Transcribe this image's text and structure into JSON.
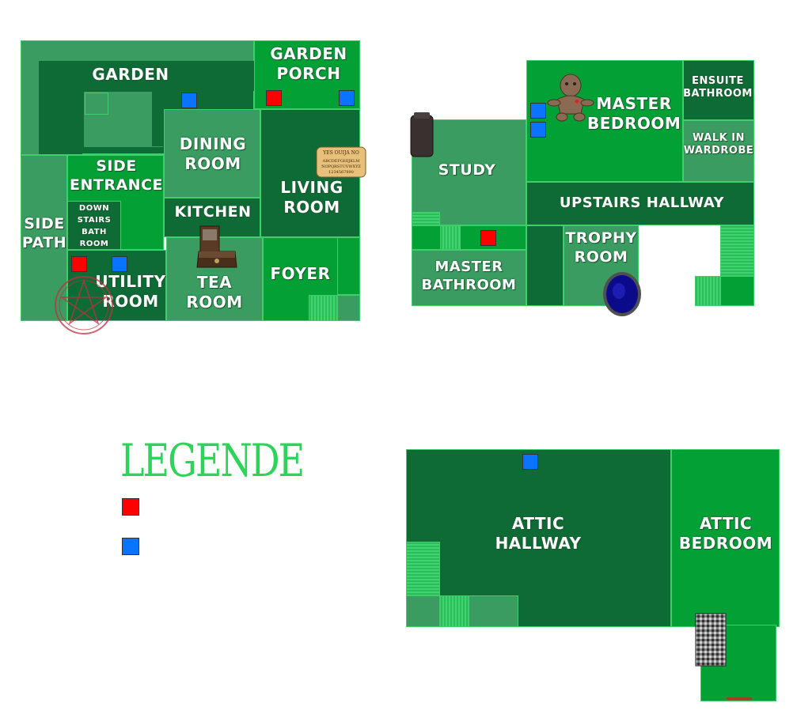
{
  "colors": {
    "wall": "#3fce6b",
    "dark_room": "#0e6b36",
    "mid_room": "#02a035",
    "pale_room": "#3a9c60",
    "red_marker": "#ff0000",
    "blue_marker": "#0a73ff",
    "legend_title": "#2ed35a"
  },
  "ground_floor": {
    "garden": "GARDEN",
    "garden_porch": "GARDEN\nPORCH",
    "dining_room": "DINING\nROOM",
    "side_entrance": "SIDE\nENTRANCE",
    "living_room": "LIVING\nROOM",
    "side_path": "SIDE\nPATH",
    "downstairs_bathroom": "DOWN\nSTAIRS\nBATH\nROOM",
    "kitchen": "KITCHEN",
    "utility_room": "UTILITY\nROOM",
    "tea_room": "TEA\nROOM",
    "foyer": "FOYER"
  },
  "first_floor": {
    "master_bedroom": "MASTER\nBEDROOM",
    "ensuite_bathroom": "ENSUITE\nBATHROOM",
    "walk_in_wardrobe": "WALK IN\nWARDROBE",
    "study": "STUDY",
    "upstairs_hallway": "UPSTAIRS HALLWAY",
    "trophy_room": "TROPHY\nROOM",
    "master_bathroom": "MASTER\nBATHROOM"
  },
  "attic": {
    "attic_hallway": "ATTIC\nHALLWAY",
    "attic_bedroom": "ATTIC\nBEDROOM"
  },
  "legend": {
    "title": "LEGENDE"
  },
  "icons": [
    "ouija-board-icon",
    "voodoo-doll-icon",
    "music-box-icon",
    "tarot-box-icon",
    "cursed-mirror-icon",
    "lantern-icon",
    "summoning-circle-icon",
    "haunted-picture-icon"
  ]
}
